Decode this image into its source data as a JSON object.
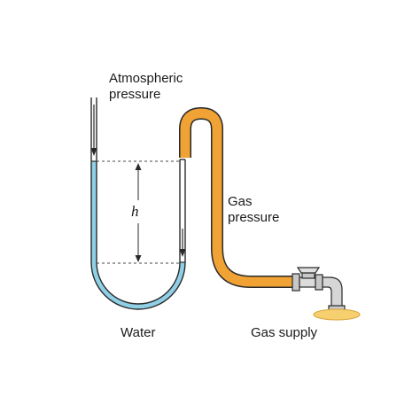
{
  "labels": {
    "atmospheric_line1": "Atmospheric",
    "atmospheric_line2": "pressure",
    "height": "h",
    "gas_pressure_line1": "Gas",
    "gas_pressure_line2": "pressure",
    "water": "Water",
    "gas_supply": "Gas supply"
  },
  "colors": {
    "water": "#8fd0e6",
    "gas_tube": "#f0a234",
    "tube_outline": "#2a2a2a",
    "valve_metal": "#c8c8c8",
    "flame": "#f6cf6f"
  }
}
